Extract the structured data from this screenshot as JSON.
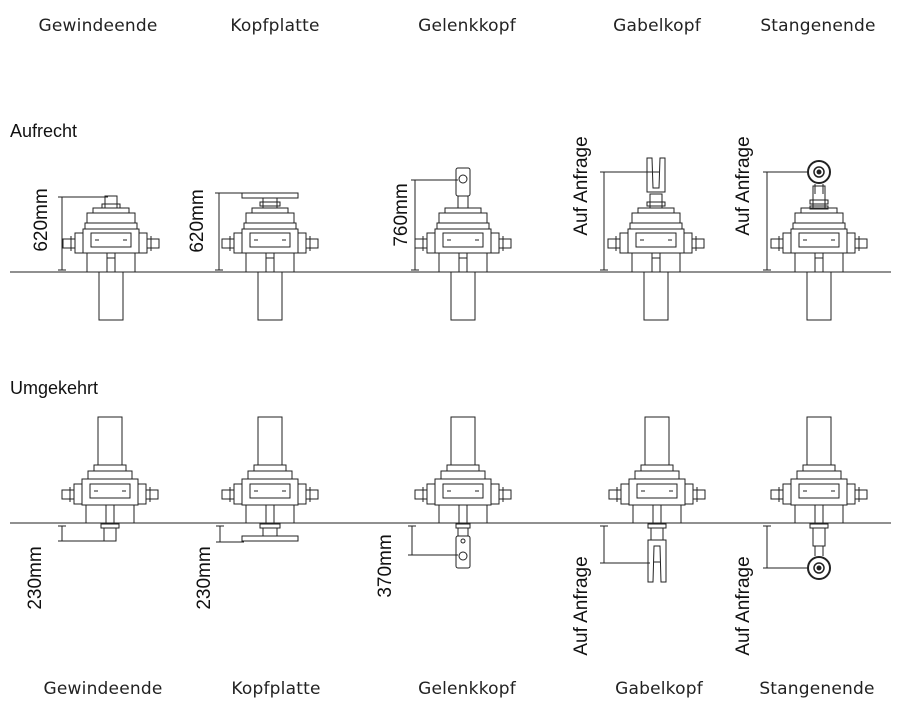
{
  "column_labels": [
    "Gewindeende",
    "Kopfplatte",
    "Gelenkkopf",
    "Gabelkopf",
    "Stangenende"
  ],
  "sections": {
    "upright": {
      "title": "Aufrecht",
      "dimensions": [
        "620mm",
        "620mm",
        "760mm",
        "Auf Anfrage",
        "Auf Anfrage"
      ]
    },
    "inverted": {
      "title": "Umgekehrt",
      "dimensions": [
        "230mm",
        "230mm",
        "370mm",
        "Auf Anfrage",
        "Auf Anfrage"
      ]
    }
  },
  "colors": {
    "line": "#222222"
  }
}
